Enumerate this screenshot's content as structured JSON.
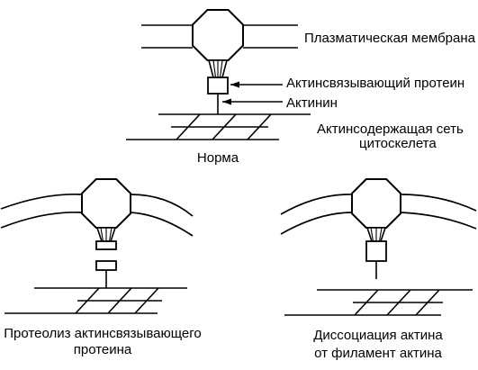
{
  "colors": {
    "line": "#000000",
    "background": "#ffffff"
  },
  "panels": {
    "normal": {
      "caption": "Норма",
      "labels": {
        "membrane": "Плазматическая мембрана",
        "actin_binding_protein": "Актинсвязывающий протеин",
        "actinin": "Актинин",
        "network": [
          "Актинсодержащая сеть",
          "цитоскелета"
        ]
      }
    },
    "proteolysis": {
      "caption": [
        "Протеолиз актинсвязывающего",
        "протеина"
      ]
    },
    "dissociation": {
      "caption": [
        "Диссоциация актина",
        "от филамент актина"
      ]
    }
  }
}
